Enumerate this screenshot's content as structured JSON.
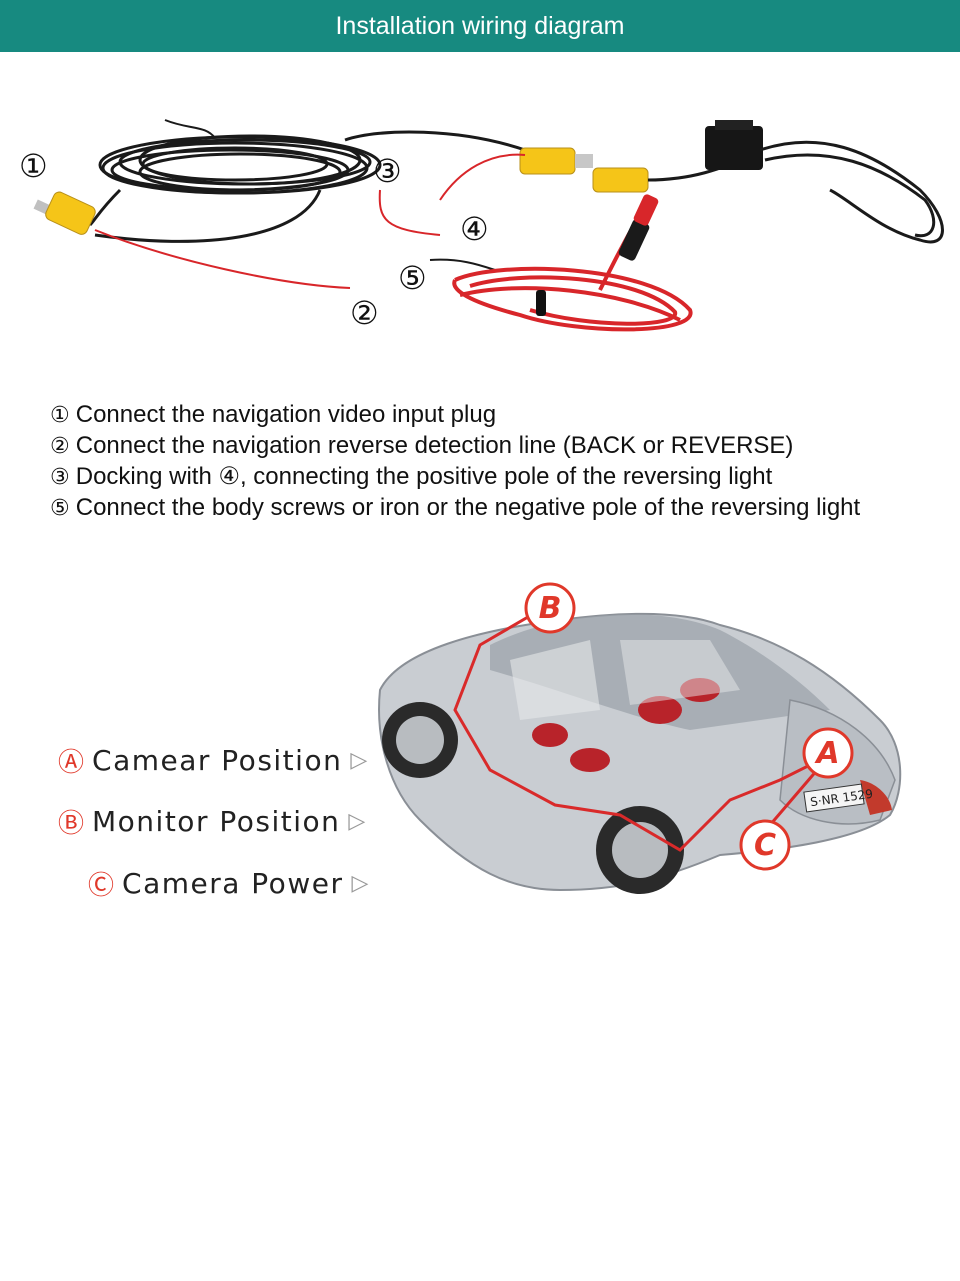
{
  "header": {
    "title": "Installation wiring diagram"
  },
  "wiring": {
    "markers": [
      "①",
      "②",
      "③",
      "④",
      "⑤"
    ]
  },
  "instructions": [
    {
      "marker": "①",
      "text": "Connect the navigation video input plug"
    },
    {
      "marker": "②",
      "text": "Connect the navigation reverse detection line (BACK or REVERSE)"
    },
    {
      "marker": "③",
      "text": "Docking with ④, connecting the positive pole of the reversing light"
    },
    {
      "marker": "⑤",
      "text": "Connect the body screws or iron or the negative pole of the reversing light"
    }
  ],
  "car": {
    "badges": [
      "A",
      "B",
      "C"
    ],
    "plate": "S·NR 1529",
    "accent_color": "#e0382a"
  },
  "legend": [
    {
      "marker": "Ⓐ",
      "label": "Camear Position"
    },
    {
      "marker": "Ⓑ",
      "label": "Monitor Position"
    },
    {
      "marker": "Ⓒ",
      "label": "Camera Power"
    }
  ],
  "colors": {
    "header_bg": "#178a80",
    "rca_yellow": "#f5c518",
    "wire_red": "#d8262a"
  }
}
